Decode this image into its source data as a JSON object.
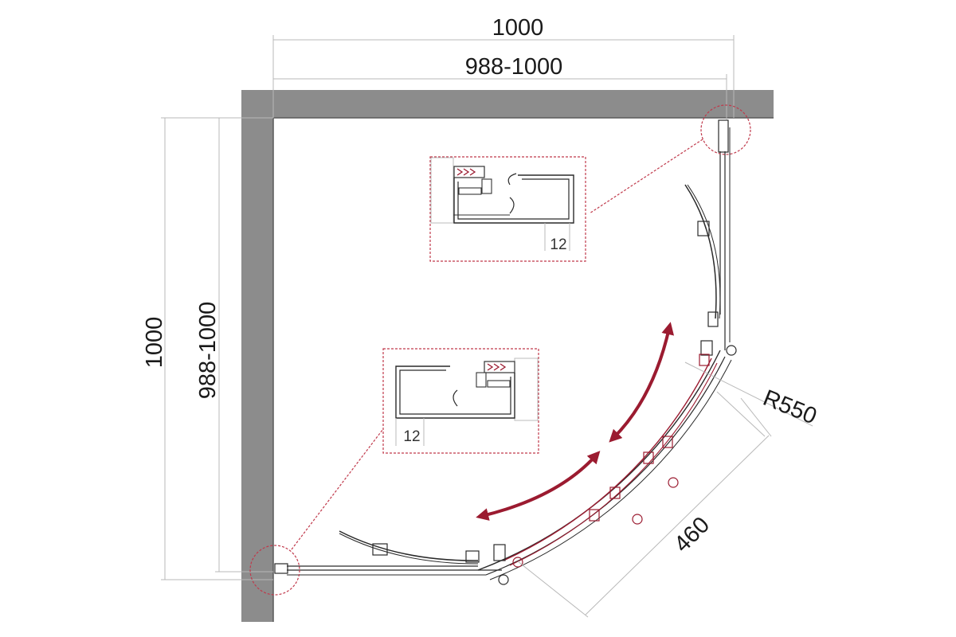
{
  "dimensions": {
    "overall_width": "1000",
    "adjust_width": "988-1000",
    "overall_depth": "1000",
    "adjust_depth": "988-1000",
    "radius": "R550",
    "door_width": "460"
  },
  "details": {
    "top_gap": "12",
    "bottom_gap": "12"
  },
  "colors": {
    "wall": "#8c8c8c",
    "accent": "#9b1b30",
    "callout": "#c0394b",
    "dimension_line": "#b8b8b8",
    "outline": "#2a2a2a"
  }
}
